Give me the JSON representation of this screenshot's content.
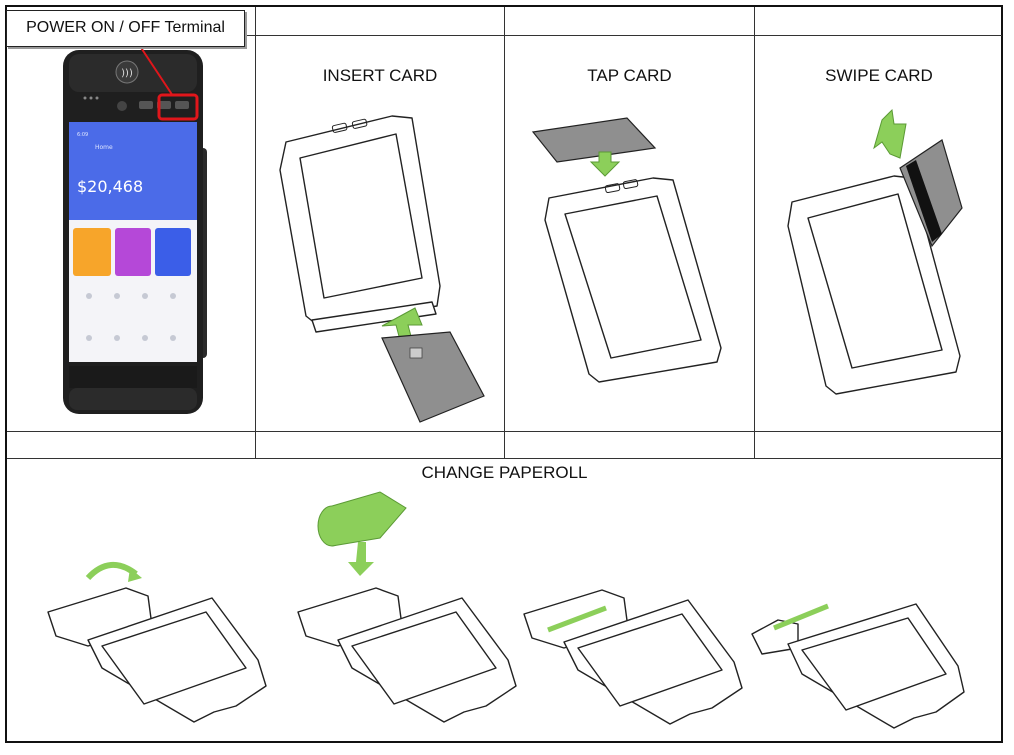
{
  "callout": {
    "label": "POWER ON / OFF Terminal"
  },
  "panels": {
    "insert": {
      "label": "INSERT CARD"
    },
    "tap": {
      "label": "TAP CARD"
    },
    "swipe": {
      "label": "SWIPE CARD"
    },
    "paperroll": {
      "label": "CHANGE PAPEROLL"
    }
  },
  "device_screen": {
    "balance": "$20,468",
    "status_time": "6:09",
    "app_header": "Home"
  },
  "colors": {
    "accent_green": "#8ccf5a",
    "callout_red": "#e0161b",
    "screen_blue": "#4b6be8"
  }
}
